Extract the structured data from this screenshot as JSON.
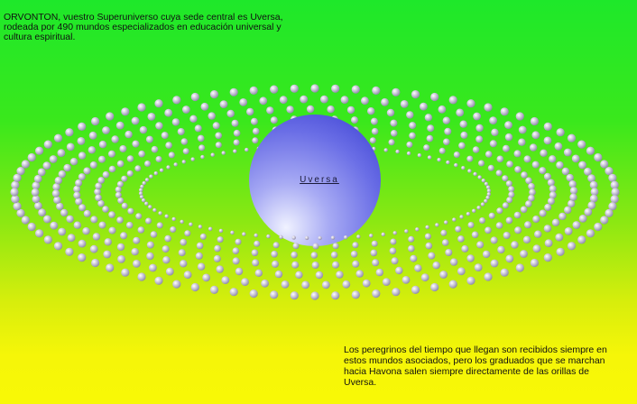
{
  "top_caption": "ORVONTON, vuestro Superuniverso cuya sede central es Uversa, rodeada por 490 mundos especializados en educación universal y cultura espiritual.",
  "bottom_caption": "Los peregrinos del tiempo que llegan son recibidos siempre en estos mundos asociados, pero los graduados que se marchan hacia Havona salen siempre directamente de las orillas de Uversa.",
  "center_label": "Uversa",
  "colors": {
    "sphere_light": "#e6e8ff",
    "sphere_mid": "#8c90f0",
    "sphere_dark": "#4a4ed8",
    "world_dot": "#b8b4c8"
  }
}
